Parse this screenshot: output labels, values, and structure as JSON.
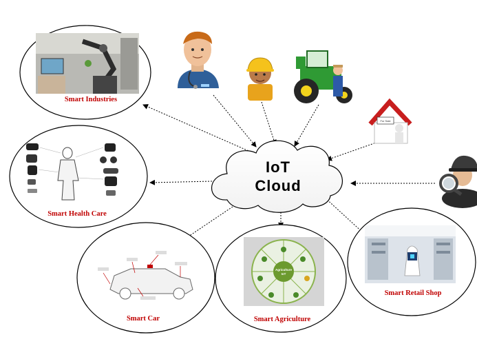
{
  "cloud": {
    "line1": "IoT",
    "line2": "Cloud"
  },
  "nodes": {
    "industries": "Smart Industries",
    "health": "Smart Health Care",
    "car": "Smart Car",
    "agriculture": "Smart Agriculture",
    "retail": "Smart Retail Shop"
  },
  "icons": {
    "doctor": "doctor-icon",
    "worker": "construction-worker-icon",
    "farmer": "farmer-tractor-icon",
    "home": "smart-home-icon",
    "security": "security-guard-icon"
  },
  "colors": {
    "label": "#c00000",
    "arrow": "#000000"
  }
}
